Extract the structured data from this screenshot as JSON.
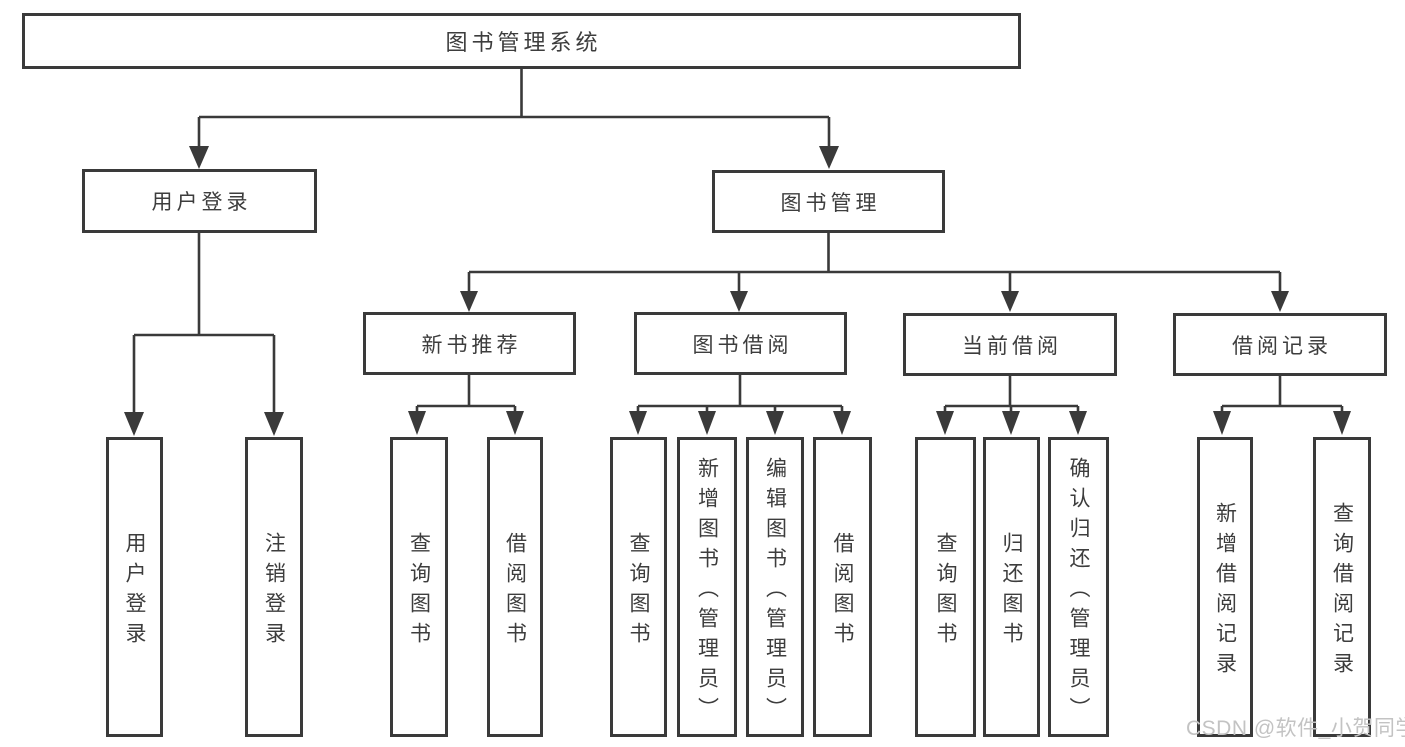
{
  "diagram": {
    "root": {
      "label": "图书管理系统"
    },
    "level2": [
      {
        "label": "用户登录"
      },
      {
        "label": "图书管理"
      }
    ],
    "level3": [
      {
        "label": "新书推荐"
      },
      {
        "label": "图书借阅"
      },
      {
        "label": "当前借阅"
      },
      {
        "label": "借阅记录"
      }
    ],
    "leaves": {
      "user": [
        "用户登录",
        "注销登录"
      ],
      "recommend": [
        "查询图书",
        "借阅图书"
      ],
      "borrow": [
        "查询图书",
        "新增图书（管理员）",
        "编辑图书（管理员）",
        "借阅图书"
      ],
      "current": [
        "查询图书",
        "归还图书",
        "确认归还（管理员）"
      ],
      "records": [
        "新增借阅记录",
        "查询借阅记录"
      ]
    }
  },
  "watermark": "CSDN @软件_小贺同学",
  "colors": {
    "line": "#3a3a3a",
    "text": "#3d3d3d",
    "watermark": "#c3c3c3",
    "background": "#ffffff"
  }
}
